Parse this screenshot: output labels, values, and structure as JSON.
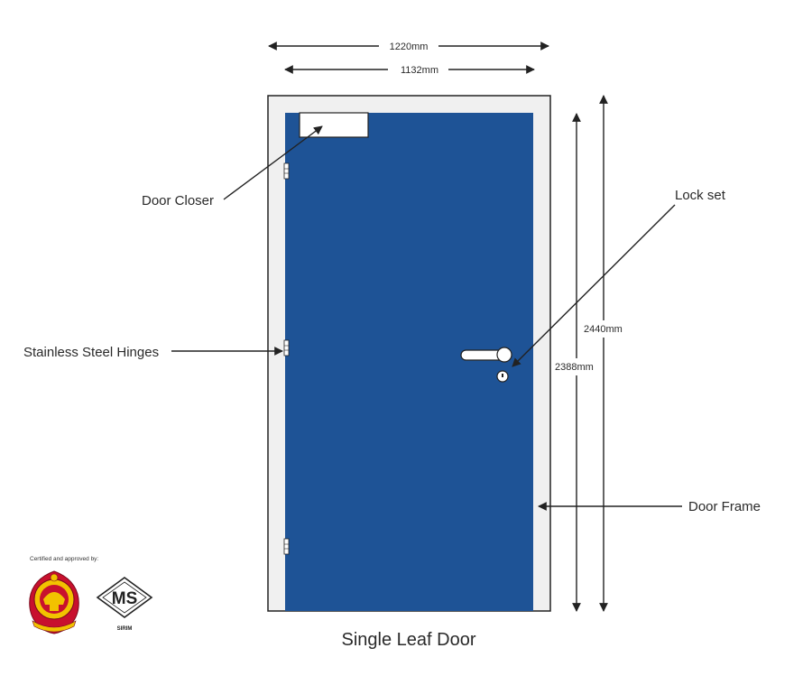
{
  "dimensions": {
    "outer_width": "1220mm",
    "inner_width": "1132mm",
    "outer_height": "2440mm",
    "inner_height": "2388mm"
  },
  "callouts": {
    "door_closer": "Door Closer",
    "lock_set": "Lock set",
    "hinges": "Stainless Steel Hinges",
    "door_frame": "Door Frame"
  },
  "caption": "Single Leaf Door",
  "certification": {
    "heading": "Certified and approved by:",
    "ms_mark": "MS",
    "ms_body": "SIRIM"
  },
  "colors": {
    "door_leaf": "#1e5396",
    "frame": "#f0f0f0",
    "outline": "#222222",
    "emblem_red": "#c8102e",
    "emblem_yellow": "#f2c200"
  }
}
